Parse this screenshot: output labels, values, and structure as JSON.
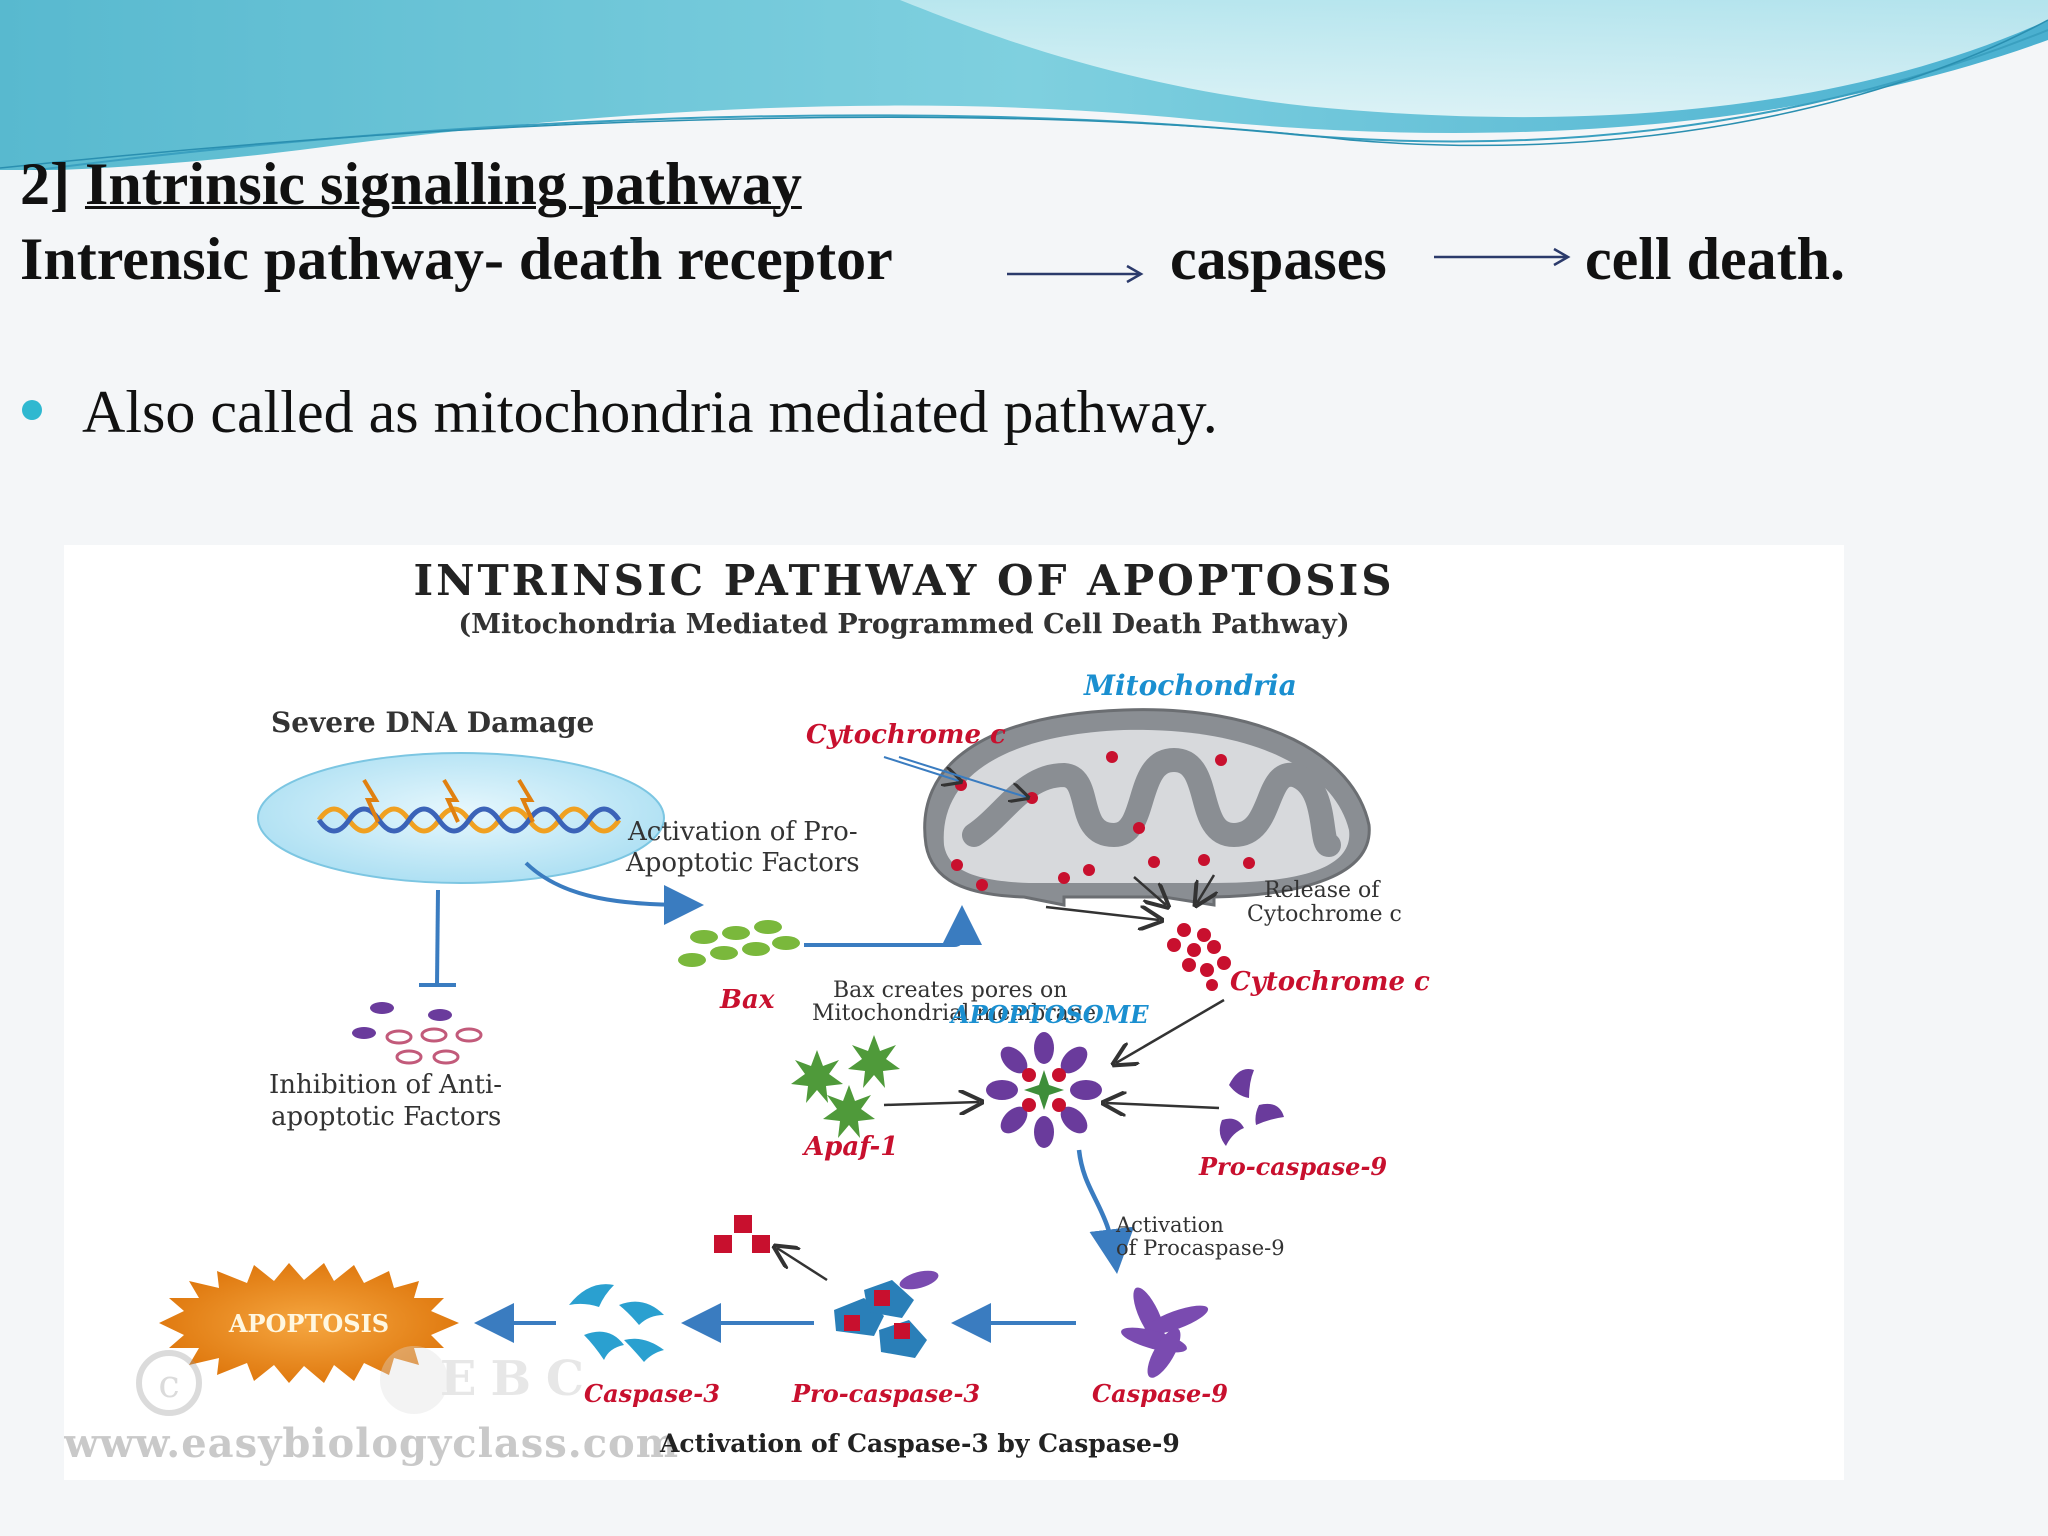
{
  "slide": {
    "section_number": "2]",
    "section_title": "Intrinsic signalling pathway",
    "pathway_start": "Intrensic pathway- death receptor",
    "pathway_middle": "caspases",
    "pathway_end": "cell death.",
    "bullet": "Also called as mitochondria mediated pathway."
  },
  "diagram": {
    "title": "INTRINSIC PATHWAY OF APOPTOSIS",
    "subtitle": "(Mitochondria Mediated Programmed Cell Death Pathway)",
    "dna_damage": "Severe DNA Damage",
    "activation_line1": "Activation of Pro-",
    "activation_line2": "Apoptotic Factors",
    "mitochondria": "Mitochondria",
    "cytochrome_top": "Cytochrome c",
    "release_line1": "Release of",
    "release_line2": "Cytochrome c",
    "bax": "Bax",
    "bax_pores_line1": "Bax creates pores on",
    "bax_pores_line2": "Mitochondrial membrane",
    "cytochrome_right": "Cytochrome c",
    "apoptosome": "APOPTOSOME",
    "inhibition_line1": "Inhibition of Anti-",
    "inhibition_line2": "apoptotic Factors",
    "apaf": "Apaf-1",
    "procaspase9": "Pro-caspase-9",
    "activation_proc_line1": "Activation",
    "activation_proc_line2": "of Procaspase-9",
    "apoptosis": "APOPTOSIS",
    "caspase3": "Caspase-3",
    "procaspase3": "Pro-caspase-3",
    "caspase9": "Caspase-9",
    "bottom_caption": "Activation of Caspase-3 by Caspase-9",
    "watermark_logo": "EBC",
    "watermark_url": "www.easybiologyclass.com"
  },
  "colors": {
    "red_label": "#c8102e",
    "blue_label": "#1a8fd0",
    "arrow_blue": "#3a7cc0",
    "bullet": "#2fb8d0"
  }
}
